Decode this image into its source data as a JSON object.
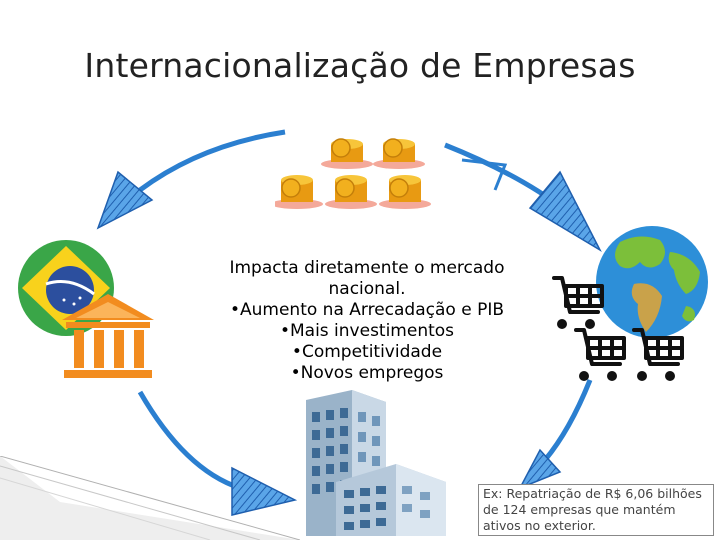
{
  "slide": {
    "title": "Internacionalização de Empresas",
    "center_lines": [
      "Impacta diretamente o mercado",
      "nacional.",
      "•Aumento na Arrecadação e PIB",
      "•Mais investimentos",
      "•Competitividade",
      "•Novos empregos"
    ],
    "note": "Ex: Repatriação de R$ 6,06 bilhões de 124 empresas que mantém ativos no exterior."
  },
  "icons": {
    "coins": "coin-stack-icon",
    "bank": "bank-building-icon",
    "flag": "brazil-flag-icon",
    "globe": "globe-icon",
    "carts": "shopping-cart-icon",
    "office": "office-building-icon",
    "arrows": "curved-arrow-icon"
  },
  "colors": {
    "arrow": "#2b7fd0",
    "coin": "#f2b01e",
    "bank": "#f28c1f",
    "flag_green": "#3aa648",
    "flag_yellow": "#f8d21c",
    "flag_blue": "#2c4f9e",
    "ocean": "#2d8fd8",
    "land": "#7cbf3a"
  }
}
